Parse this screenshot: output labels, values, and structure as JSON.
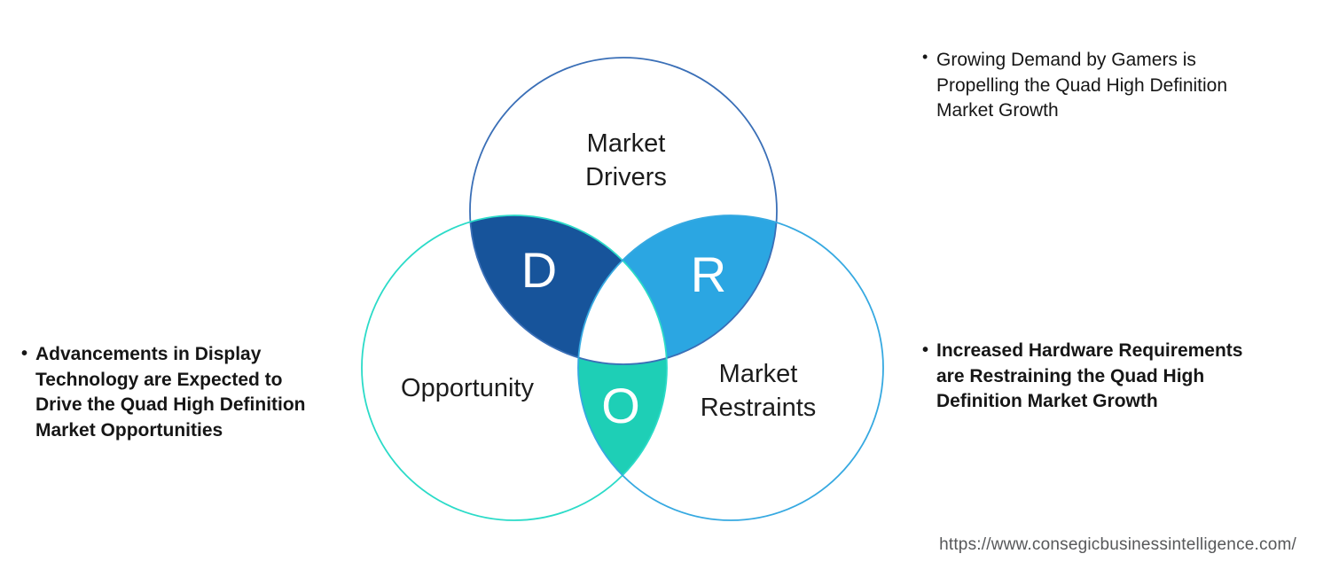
{
  "venn": {
    "circles": {
      "top": {
        "label_lines": [
          "Market",
          "Drivers"
        ],
        "stroke": "#3A6FB7"
      },
      "left": {
        "label_lines": [
          "Opportunity"
        ],
        "stroke": "#2BDBC8"
      },
      "right": {
        "label_lines": [
          "Market",
          "Restraints"
        ],
        "stroke": "#36A9E1"
      }
    },
    "regions": {
      "d": {
        "letter": "D",
        "color": "#17549B"
      },
      "r": {
        "letter": "R",
        "color": "#2BA6E2"
      },
      "o": {
        "letter": "O",
        "color": "#1ECFB6"
      }
    }
  },
  "bullets": {
    "left": {
      "marker": "•",
      "lines": [
        "Advancements in Display",
        "Technology are Expected to",
        "Drive the Quad High Definition",
        "Market Opportunities"
      ]
    },
    "top_right": {
      "marker": "•",
      "lines": [
        "Growing Demand by Gamers is",
        "Propelling the Quad High Definition",
        "Market Growth"
      ]
    },
    "bottom_right": {
      "marker": "•",
      "lines": [
        "Increased Hardware Requirements",
        "are Restraining the Quad High",
        "Definition Market Growth"
      ]
    }
  },
  "footer": {
    "url": "https://www.consegicbusinessintelligence.com/"
  }
}
